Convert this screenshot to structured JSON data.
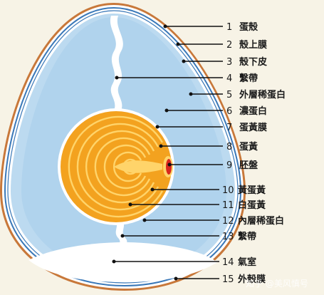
{
  "colors": {
    "background": "#f7f3e6",
    "shell": "#ffffff",
    "outer_membrane": "#c8783a",
    "shell_membrane": "#3a78b8",
    "albumen": "#bcdaf0",
    "yolk_outer": "#f3a21f",
    "yolk_ring": "#ffd46a",
    "germinal_disc": "#d8281e",
    "air_cell": "#ffffff",
    "leader_line": "#111111"
  },
  "labels": [
    {
      "num": "1",
      "text": "蛋殼"
    },
    {
      "num": "2",
      "text": "殼上膜"
    },
    {
      "num": "3",
      "text": "殼下皮"
    },
    {
      "num": "4",
      "text": "繫帶"
    },
    {
      "num": "5",
      "text": "外層稀蛋白"
    },
    {
      "num": "6",
      "text": "濃蛋白"
    },
    {
      "num": "7",
      "text": "蛋黃膜"
    },
    {
      "num": "8",
      "text": "蛋黃"
    },
    {
      "num": "9",
      "text": "胚盤"
    },
    {
      "num": "10",
      "text": "黃蛋黃"
    },
    {
      "num": "11",
      "text": "白蛋黃"
    },
    {
      "num": "12",
      "text": "內層稀蛋白"
    },
    {
      "num": "13",
      "text": "繫帶"
    },
    {
      "num": "14",
      "text": "氣室"
    },
    {
      "num": "15",
      "text": "外殼膜"
    }
  ],
  "watermark": "知乎 @美风慎号"
}
